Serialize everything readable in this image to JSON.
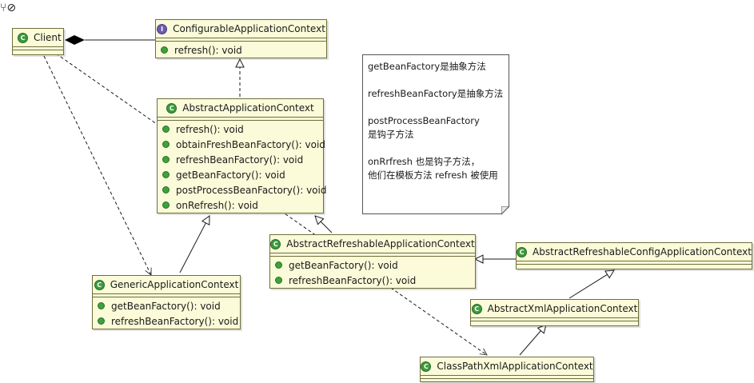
{
  "classes": {
    "client": {
      "name": "Client"
    },
    "configurable": {
      "stereotype_icon": "I",
      "name": "ConfigurableApplicationContext",
      "ops": [
        "refresh(): void"
      ]
    },
    "abstract_app": {
      "name": "AbstractApplicationContext",
      "ops": [
        "refresh(): void",
        "obtainFreshBeanFactory(): void",
        "refreshBeanFactory(): void",
        "getBeanFactory(): void",
        "postProcessBeanFactory(): void",
        "onRefresh(): void"
      ]
    },
    "abstract_refreshable": {
      "name": "AbstractRefreshableApplicationContext",
      "ops": [
        "getBeanFactory(): void",
        "refreshBeanFactory(): void"
      ]
    },
    "generic": {
      "name": "GenericApplicationContext",
      "ops": [
        "getBeanFactory(): void",
        "refreshBeanFactory(): void"
      ]
    },
    "abstract_refreshable_config": {
      "name": "AbstractRefreshableConfigApplicationContext"
    },
    "abstract_xml": {
      "name": "AbstractXmlApplicationContext"
    },
    "classpath_xml": {
      "name": "ClassPathXmlApplicationContext"
    }
  },
  "class_icon_letter": "C",
  "note": {
    "lines": [
      "getBeanFactory是抽象方法",
      "refreshBeanFactory是抽象方法",
      "postProcessBeanFactory 是钩子方法",
      "onRrfresh 也是钩子方法，\n他们在模板方法 refresh 被使用"
    ]
  },
  "colors": {
    "class_fill": "#fbfbd9",
    "class_border": "#6e6e3a",
    "class_icon": "#3d9a3d",
    "interface_icon": "#6e5bb0",
    "edge": "#1a1a1a"
  }
}
